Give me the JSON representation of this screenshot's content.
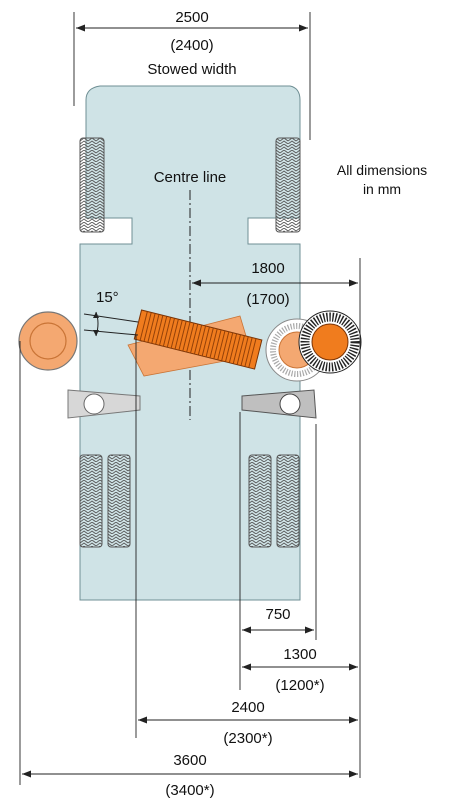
{
  "labels": {
    "top_width": "2500",
    "top_width_alt": "(2400)",
    "stowed": "Stowed width",
    "centre_line": "Centre line",
    "all_dims_1": "All dimensions",
    "all_dims_2": "in mm",
    "right_reach": "1800",
    "right_reach_alt": "(1700)",
    "angle": "15°",
    "d750": "750",
    "d1300": "1300",
    "d1300_alt": "(1200*)",
    "d2400": "2400",
    "d2400_alt": "(2300*)",
    "d3600": "3600",
    "d3600_alt": "(3400*)"
  },
  "colors": {
    "body": "#cfe3e6",
    "brush_orange": "#f07c1e",
    "brush_light": "#f4a871",
    "tyre_grey": "#bfbfbf"
  }
}
